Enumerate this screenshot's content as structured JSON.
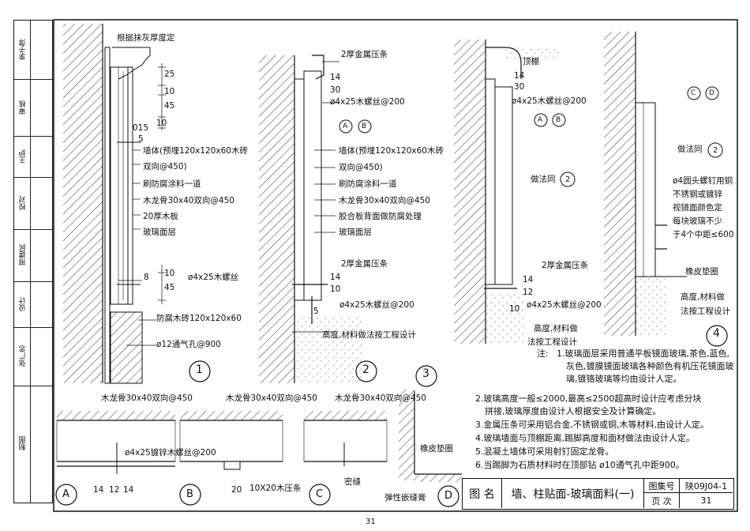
{
  "signature_column": [
    {
      "role": "李子萍",
      "name": "李子萍"
    },
    {
      "role": "审核",
      "name": ""
    },
    {
      "role": "王炉",
      "name": "王炉"
    },
    {
      "role": "校对",
      "name": ""
    },
    {
      "role": "邢建民",
      "name": "邢建民"
    },
    {
      "role": "设计",
      "name": ""
    },
    {
      "role": "张广忠",
      "name": "张广忠"
    },
    {
      "role": "制图",
      "name": ""
    }
  ],
  "detail1": {
    "top_note": "根据抹灰厚度定",
    "dims_top": [
      "25",
      "10",
      "45",
      "10"
    ],
    "dims_top_extra": [
      "015",
      "5"
    ],
    "labels": [
      "墙体(预埋120x120x60木砖",
      "双向@450)",
      "刷防腐涂料一道",
      "木龙骨30x40双向@450",
      "20厚木板",
      "玻璃面层"
    ],
    "dims_bottom": [
      "10",
      "45"
    ],
    "dims_bottom_extra": "8",
    "screw": "ø4x25木螺丝",
    "labels_bottom": [
      "防腐木砖120x120x60",
      "ø12通气孔@900"
    ],
    "number": "1"
  },
  "detail2": {
    "top_label": "2厚金属压条",
    "dims_top": [
      "14",
      "30"
    ],
    "screw_top": "ø4x25木螺丝@200",
    "section_refs": [
      "A",
      "B"
    ],
    "labels": [
      "墙体(预埋120x120x60木砖",
      "双向@450)",
      "刷防腐涂料一道",
      "木龙骨30x40双向@450",
      "胶合板背面做防腐处理",
      "玻璃面层"
    ],
    "bottom_label": "2厚金属压条",
    "dims_bottom": [
      "14",
      "10"
    ],
    "screw_bottom": "ø4x25木螺丝@200",
    "dim_5": "5",
    "footer_label": "高度,材料做法按工程设计",
    "number": "2"
  },
  "detail3": {
    "top_label": "顶棚",
    "dims_top": [
      "14",
      "30"
    ],
    "screw_top": "ø4x25木螺丝@200",
    "section_refs": [
      "A",
      "B"
    ],
    "same_as": "做法同",
    "same_as_ref": "2",
    "bottom_label": "2厚金属压条",
    "dims_bottom": [
      "14",
      "12"
    ],
    "dim_10": "10",
    "screw_bottom": "ø4x25木螺丝@200",
    "footer_label_1": "高度,材料做",
    "footer_label_2": "法按工程设计"
  },
  "detail4": {
    "section_refs": [
      "C",
      "D"
    ],
    "same_as": "做法同",
    "same_as_ref": "2",
    "labels": [
      "ø4圆头螺钉用铜",
      "不锈钢或镀锌",
      "视镜面颜色定",
      "每块玻璃不少",
      "于4个中距≤600"
    ],
    "pad": "橡皮垫圈",
    "footer_1": "高度,材料做",
    "footer_2": "法按工程设计",
    "number": "4"
  },
  "detail5": {
    "number": "3"
  },
  "sections": {
    "A": {
      "label": "木龙骨30x40双向@450",
      "screw": "ø4x25镀锌木螺丝@200",
      "dims": [
        "14",
        "12",
        "14"
      ],
      "ref": "A"
    },
    "B": {
      "label": "木龙骨30x40双向@450",
      "strip": "10X20木压条",
      "dim": "20",
      "ref": "B"
    },
    "C": {
      "label": "木龙骨30x40双向@450",
      "seal": "密缝",
      "ref": "C"
    },
    "D": {
      "label": "橡皮垫圈",
      "sealant": "弹性嵌缝膏",
      "ref": "D"
    }
  },
  "notes": {
    "lead": "注:",
    "items": [
      "1.玻璃面层采用普通平板镜面玻璃,茶色,蓝色,",
      "灰色,镀膜镜面玻璃各种颜色有机压花镜面玻",
      "璃,镀铬玻璃等均由设计人定。",
      "2.玻璃高度一般≤2000,最高≤2500超高时设计应考虑分块",
      "拼接,玻璃厚度由设计人根据安全及计算确定。",
      "3.金属压条可采用铝合金,不锈钢或铜,木等材料,由设计人定。",
      "4.玻璃墙面与顶棚距离,踢脚高度和面材做法由设计人定。",
      "5.混凝土墙体可采用射钉固定龙骨。",
      "6.当踢脚为石质材料时在顶部钻 ø10通气孔中距900。"
    ]
  },
  "title_block": {
    "title_label": "图 名",
    "title": "墙、柱贴面-玻璃面料(一)",
    "atlas_label": "图集号",
    "atlas_no": "陕09J04-1",
    "page_label": "页 次",
    "page_no": "31"
  },
  "page_number": "31"
}
